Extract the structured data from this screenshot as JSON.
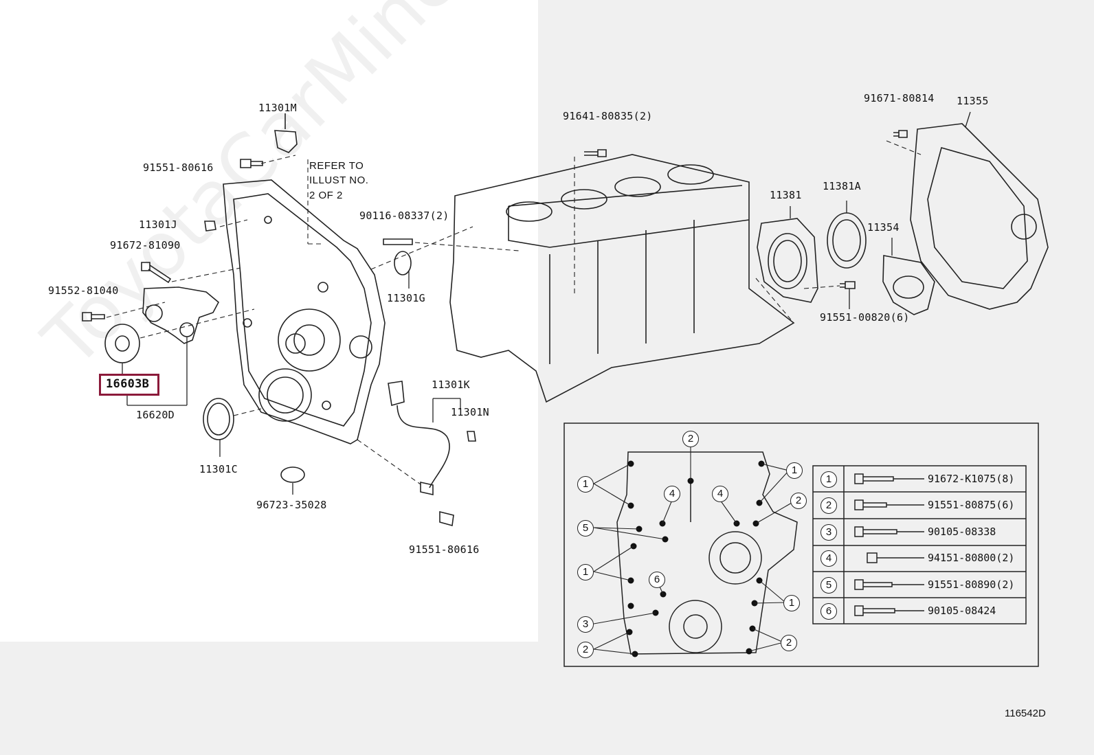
{
  "watermark": "ToyotaCarMine.ru",
  "highlight": {
    "part": "16603B",
    "color": "#8b1a3a"
  },
  "parts": {
    "p11301M": "11301M",
    "p91551_80616_top": "91551-80616",
    "refer": [
      "REFER TO",
      "ILLUST NO.",
      "2 OF 2"
    ],
    "p11301J": "11301J",
    "p90116": "90116-08337(2)",
    "p91672_81090": "91672-81090",
    "p91552_81040": "91552-81040",
    "p11301G": "11301G",
    "p16603B": "16603B",
    "p16620D": "16620D",
    "p11301K": "11301K",
    "p11301N": "11301N",
    "p11301C": "11301C",
    "p96723": "96723-35028",
    "p91551_80616_bot": "91551-80616",
    "p91641": "91641-80835(2)",
    "p91671": "91671-80814",
    "p11355": "11355",
    "p11381": "11381",
    "p11381A": "11381A",
    "p11354": "11354",
    "p91551_00820": "91551-00820(6)"
  },
  "bolt_table": [
    {
      "num": "1",
      "part": "91672-K1075(8)"
    },
    {
      "num": "2",
      "part": "91551-80875(6)"
    },
    {
      "num": "3",
      "part": "90105-08338"
    },
    {
      "num": "4",
      "part": "94151-80800(2)"
    },
    {
      "num": "5",
      "part": "91551-80890(2)"
    },
    {
      "num": "6",
      "part": "90105-08424"
    }
  ],
  "detail_callouts": [
    "1",
    "2",
    "3",
    "4",
    "5",
    "6"
  ],
  "figure_id": "116542D"
}
